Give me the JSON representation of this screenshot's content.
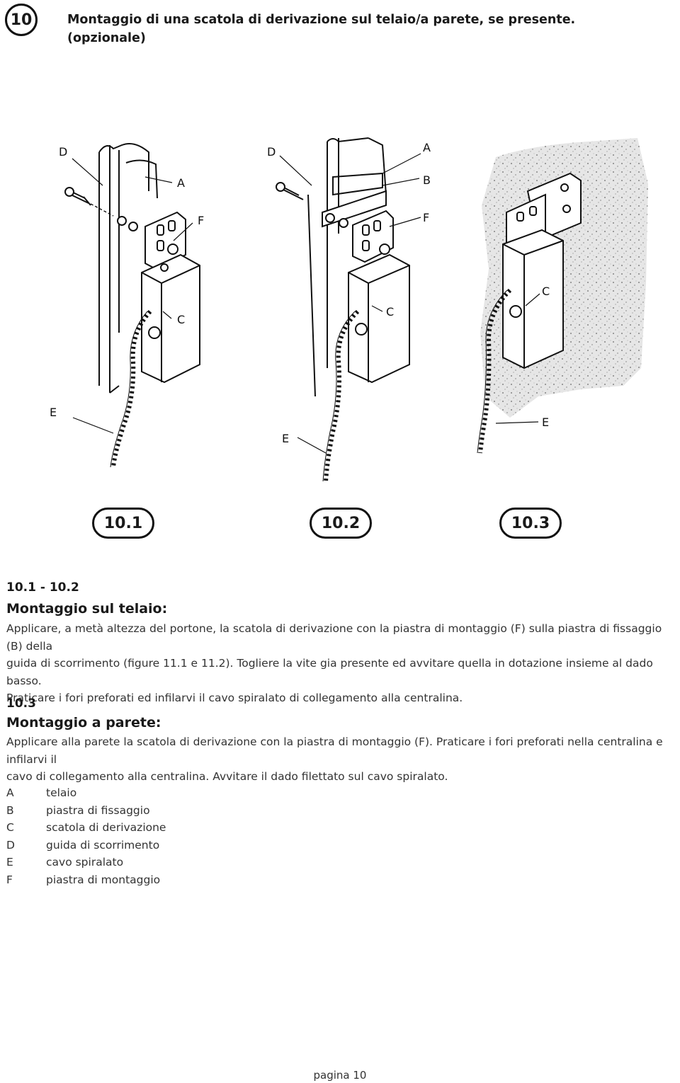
{
  "header": {
    "step_number": "10",
    "title_line1": "Montaggio di una scatola di derivazione sul telaio/a parete, se presente.",
    "title_line2": "(opzionale)"
  },
  "figures": {
    "fig1": {
      "caption": "10.1",
      "labels": {
        "D": "D",
        "A": "A",
        "F": "F",
        "C": "C",
        "E": "E"
      }
    },
    "fig2": {
      "caption": "10.2",
      "labels": {
        "D": "D",
        "A": "A",
        "B": "B",
        "F": "F",
        "C": "C",
        "E": "E"
      }
    },
    "fig3": {
      "caption": "10.3",
      "labels": {
        "C": "C",
        "E": "E"
      }
    }
  },
  "section1": {
    "number": "10.1 - 10.2",
    "title": "Montaggio sul telaio:",
    "lines": [
      "Applicare, a metà altezza del portone, la scatola di derivazione con la piastra di montaggio (F) sulla piastra di fissaggio (B) della",
      "guida di scorrimento (figure 11.1 e 11.2). Togliere la vite gia presente ed avvitare quella in dotazione insieme al dado basso.",
      "Praticare i fori preforati ed infilarvi il cavo spiralato di collegamento alla centralina."
    ]
  },
  "section2": {
    "number": "10.3",
    "title": "Montaggio a parete:",
    "lines": [
      "Applicare alla parete la scatola di derivazione con la piastra di montaggio (F). Praticare i fori preforati nella centralina e infilarvi il",
      "cavo di collegamento alla centralina. Avvitare il dado filettato sul cavo spiralato."
    ]
  },
  "legend": [
    {
      "key": "A",
      "text": "telaio"
    },
    {
      "key": "B",
      "text": "piastra di fissaggio"
    },
    {
      "key": "C",
      "text": "scatola di derivazione"
    },
    {
      "key": "D",
      "text": "guida di scorrimento"
    },
    {
      "key": "E",
      "text": "cavo spiralato"
    },
    {
      "key": "F",
      "text": "piastra di montaggio"
    }
  ],
  "footer": {
    "page_label": "pagina 10"
  }
}
